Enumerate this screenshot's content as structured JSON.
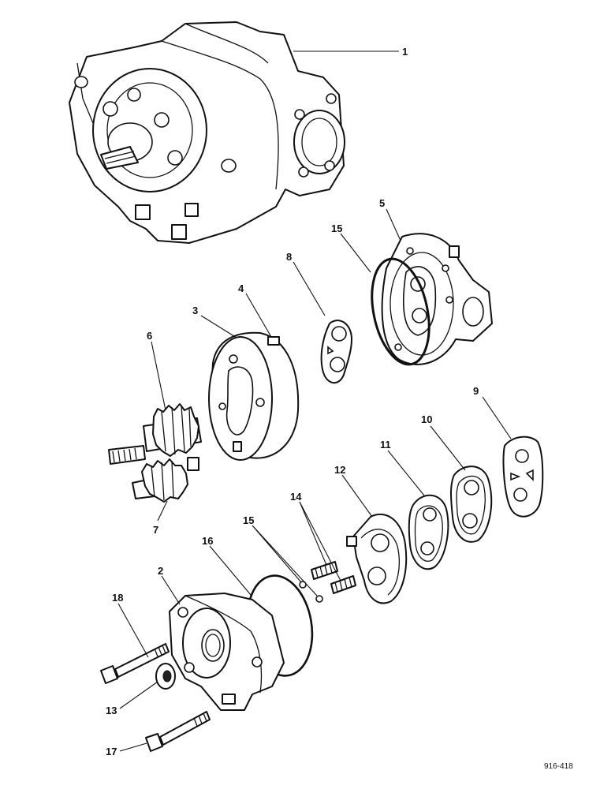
{
  "diagram": {
    "drawing_code": "916-418",
    "callouts": {
      "c1": "1",
      "c2": "2",
      "c3": "3",
      "c4": "4",
      "c5": "5",
      "c6": "6",
      "c7": "7",
      "c8": "8",
      "c9": "9",
      "c10": "10",
      "c11": "11",
      "c12": "12",
      "c13": "13",
      "c14": "14",
      "c15a": "15",
      "c15b": "15",
      "c16": "16",
      "c17": "17",
      "c18": "18"
    }
  }
}
